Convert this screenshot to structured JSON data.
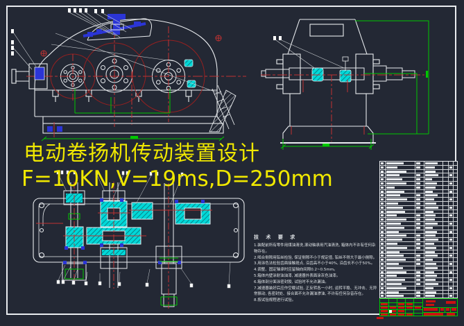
{
  "title_overlay": {
    "line1": "电动卷扬机传动装置设计",
    "line2": "F=10KN,V=19ms,D=250mm"
  },
  "tech_notes": {
    "heading": "技 术 要 求",
    "items": [
      "1.装配前所有零件用煤油清洗,滚动轴承用汽油清洗, 箱体内不许有任何杂物存在。",
      "2.啮合侧隙用铅丝检验, 保证侧隙不小于规定值, 铅丝不得大于最小侧隙。",
      "3.用涂色法检验齿面接触斑点, 沿齿高不小于40%, 沿齿长不小于50%。",
      "4.调整、固定轴承时应留轴向间隙0.2~0.5mm。",
      "5.箱体内壁涂耐油油漆, 减速器外表面涂灰色油漆。",
      "6.箱体剖分面涂密封胶, 试验时不允许漏油。",
      "7.减速器装好后应作空载试验, 正反转各一小时, 运转平稳、无冲击、无异常振动, 各密封处、接合面不允许漏油渗油, 不许有任何杂音存在。",
      "8.按试验规程进行试验。"
    ]
  },
  "parts_list": {
    "rows": [
      [
        60,
        1,
        70,
        0
      ],
      [
        38,
        1,
        55,
        1
      ],
      [
        70,
        0,
        60,
        0
      ],
      [
        45,
        1,
        72,
        1
      ],
      [
        55,
        1,
        40,
        0
      ],
      [
        68,
        1,
        65,
        1
      ],
      [
        30,
        1,
        58,
        0
      ],
      [
        62,
        0,
        45,
        1
      ],
      [
        48,
        1,
        68,
        0
      ],
      [
        72,
        1,
        52,
        1
      ],
      [
        40,
        1,
        62,
        0
      ],
      [
        58,
        1,
        75,
        1
      ],
      [
        65,
        0,
        48,
        0
      ],
      [
        35,
        1,
        60,
        1
      ],
      [
        70,
        1,
        55,
        0
      ],
      [
        50,
        1,
        70,
        1
      ],
      [
        62,
        1,
        42,
        0
      ],
      [
        44,
        0,
        66,
        1
      ],
      [
        68,
        1,
        58,
        0
      ],
      [
        55,
        1,
        72,
        1
      ],
      [
        38,
        1,
        50,
        0
      ],
      [
        72,
        1,
        64,
        1
      ],
      [
        46,
        0,
        56,
        0
      ],
      [
        60,
        1,
        70,
        1
      ],
      [
        66,
        1,
        44,
        0
      ],
      [
        42,
        1,
        62,
        1
      ],
      [
        58,
        0,
        68,
        0
      ],
      [
        70,
        1,
        52,
        1
      ],
      [
        36,
        1,
        66,
        0
      ],
      [
        64,
        1,
        58,
        1
      ],
      [
        52,
        1,
        72,
        0
      ],
      [
        68,
        0,
        46,
        1
      ],
      [
        44,
        1,
        62,
        0
      ],
      [
        60,
        1,
        54,
        1
      ]
    ]
  },
  "colors": {
    "background": "#232834",
    "line": "#e9ecef",
    "centerline_red": "#c23232",
    "gear_circle_red": "#962020",
    "dimension_green": "#00c800",
    "section_cyan": "#00d8d8",
    "bolt_blue": "#2b35d6",
    "title_yellow": "#f0e800"
  }
}
